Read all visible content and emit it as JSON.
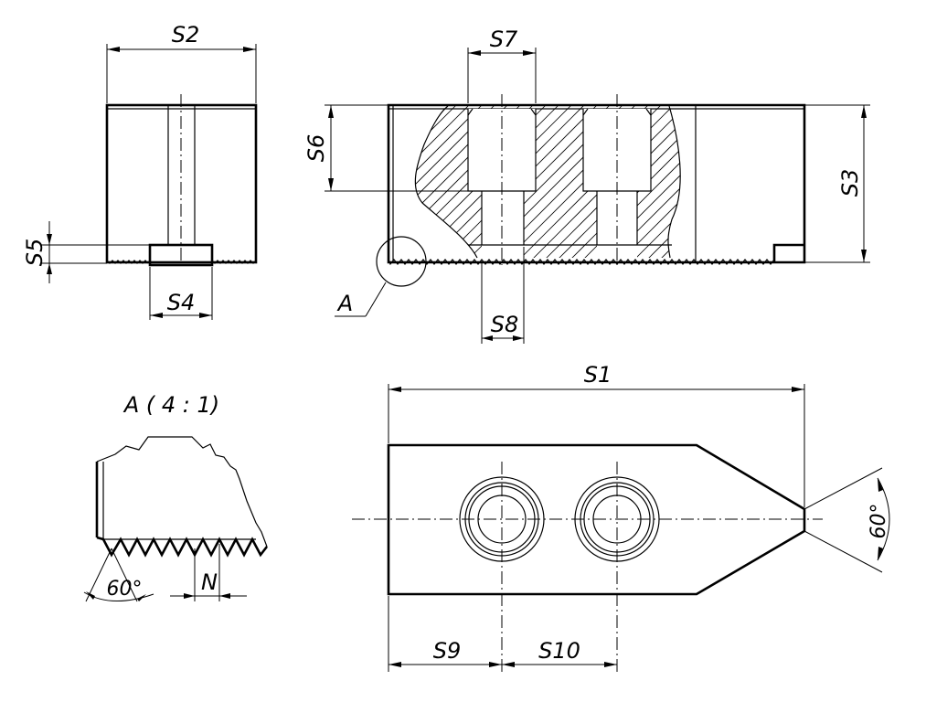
{
  "labels": {
    "s1": "S1",
    "s2": "S2",
    "s3": "S3",
    "s4": "S4",
    "s5": "S5",
    "s6": "S6",
    "s7": "S7",
    "s8": "S8",
    "s9": "S9",
    "s10": "S10",
    "detail_marker": "A",
    "detail_title": "A ( 4 : 1)",
    "pitch": "N",
    "tooth_angle": "60°",
    "tip_angle": "60°"
  }
}
